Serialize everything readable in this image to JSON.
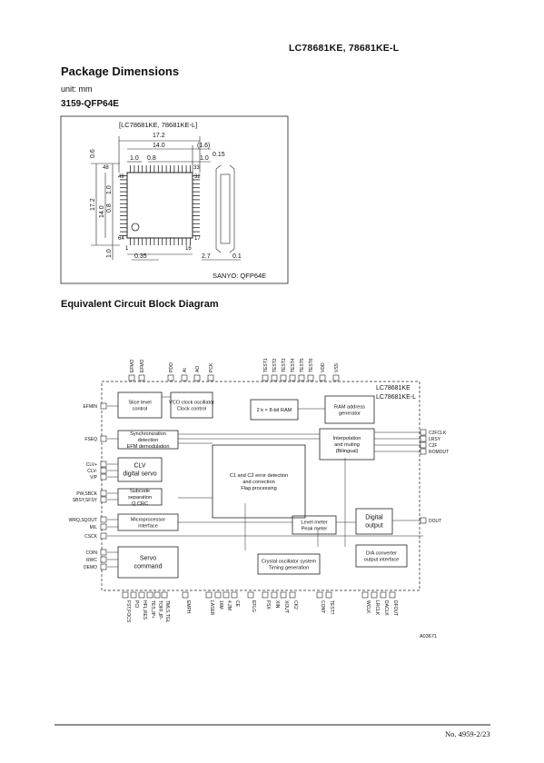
{
  "header": {
    "part_numbers": "LC78681KE, 78681KE-L"
  },
  "package": {
    "title": "Package Dimensions",
    "unit": "unit: mm",
    "code": "3159-QFP64E",
    "drawing_title": "[LC78681KE, 78681KE-L]",
    "maker_label": "SANYO: QFP64E",
    "dims": {
      "d17_2": "17.2",
      "d14_0": "14.0",
      "d1_6": "(1.6)",
      "d1_0a": "1.0",
      "d0_8": "0.8",
      "d1_0b": "1.0",
      "d0_15": "0.15",
      "v0_6": "0.6",
      "v17_2": "17.2",
      "v14_0": "14.0",
      "v0_8": "0.8",
      "v1_0": "1.0",
      "v1_0b": "1.0",
      "d0_35": "0.35",
      "d2_7": "2.7",
      "d0_1": "0.1",
      "pin48": "48",
      "pin33": "33",
      "pin1": "1",
      "pin16": "16",
      "pin64": "64",
      "pin49": "49",
      "pin17": "17",
      "pin32": "32"
    }
  },
  "block": {
    "title": "Equivalent Circuit Block Diagram",
    "chip_label1": "LC78681KE",
    "chip_label2": "LC78681KE-L",
    "drawing_no": "A03671",
    "blocks": {
      "slice": [
        "Slice level",
        "control"
      ],
      "vco": [
        "VCO clock oscillator",
        "Clock control"
      ],
      "ram": [
        "2 k × 8-bit RAM"
      ],
      "ramaddr": [
        "RAM address",
        "generator"
      ],
      "sync": [
        "Synchronization",
        "detection",
        "EFM demodulation"
      ],
      "interp": [
        "Interpolation",
        "and muting",
        "(Bilingual)"
      ],
      "clv": [
        "CLV",
        "digital servo"
      ],
      "c1c2": [
        "C1 and C2 error detection",
        "and correction",
        "Flag processing"
      ],
      "subcode": [
        "Subcode",
        "separation",
        "Q CRC"
      ],
      "micro": [
        "Microprocessor",
        "interface"
      ],
      "level": [
        "Level meter",
        "Peak meter"
      ],
      "digout": [
        "Digital",
        "output"
      ],
      "servo": [
        "Servo",
        "command"
      ],
      "xtal": [
        "Crystal oscillator system",
        "Timing generation"
      ],
      "dac": [
        "D/A converter",
        "output interface"
      ]
    },
    "top_pins": [
      "EFMO",
      "EFMO",
      "PDO",
      "AI",
      "AO",
      "PCK",
      "TEST1",
      "TEST2",
      "TEST3",
      "TEST4",
      "TEST5",
      "TEST6",
      "VDD",
      "VSS"
    ],
    "left_pins": [
      "EFMIN",
      "FSEQ",
      "CLV+",
      "CLV-",
      "V/P",
      "PW,SBCK",
      "SBSY,SFSY",
      "WRQ,SQOUT",
      "M/L",
      "CSCK",
      "COIN",
      "RWC",
      "DEMO"
    ],
    "right_pins": [
      "C2FCLK",
      "LRSY",
      "C2F",
      "ROMOUT",
      "DOUT"
    ],
    "bottom_pins": [
      "FST,FOCS",
      "PCI",
      "HFL,RES",
      "TES,JP+",
      "TOFF,JP-",
      "TMLS,TGL",
      "EMPH",
      "LASER",
      "16M",
      "4.2M",
      "CE",
      "EFLG",
      "FSX",
      "XIN",
      "XOUT",
      "CK2",
      "CONT",
      "TEST7",
      "WCLK",
      "LRCLK",
      "DACLK",
      "DFOUT"
    ]
  },
  "footer": {
    "doc_no": "No. 4959-2/23"
  }
}
